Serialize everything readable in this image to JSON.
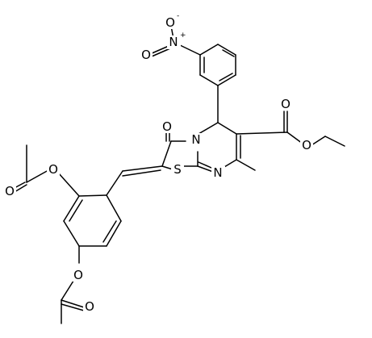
{
  "figure": {
    "type": "chemical-structure",
    "background_color": "#ffffff",
    "line_color": "#000000"
  },
  "atom_labels": {
    "nitro_O_top": "O",
    "nitro_N": "N",
    "nitro_O_left": "O",
    "ketone_O": "O",
    "ring_N": "N",
    "ester_O_carbonyl": "O",
    "ester_O_ether": "O",
    "sulfur": "S",
    "imine_N": "N",
    "acetoxy1_O_ether": "O",
    "acetoxy1_O_carbonyl": "O",
    "acetoxy2_O_ether": "O",
    "acetoxy2_O_carbonyl": "O"
  },
  "charges": {
    "nitro_N_charge": "+",
    "nitro_O_charge": "-"
  }
}
